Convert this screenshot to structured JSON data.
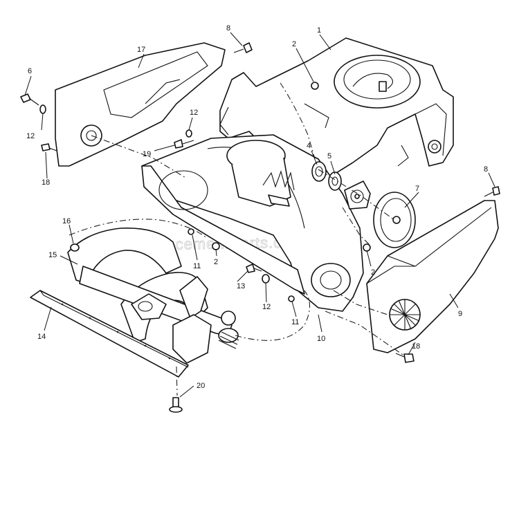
{
  "watermark": "eReplacementParts.com",
  "callouts": [
    {
      "id": "c-1",
      "text": "1"
    },
    {
      "id": "c-2a",
      "text": "2"
    },
    {
      "id": "c-2b",
      "text": "2"
    },
    {
      "id": "c-2c",
      "text": "2"
    },
    {
      "id": "c-4",
      "text": "4"
    },
    {
      "id": "c-5",
      "text": "5"
    },
    {
      "id": "c-6",
      "text": "6"
    },
    {
      "id": "c-7",
      "text": "7"
    },
    {
      "id": "c-8a",
      "text": "8"
    },
    {
      "id": "c-8b",
      "text": "8"
    },
    {
      "id": "c-9",
      "text": "9"
    },
    {
      "id": "c-10",
      "text": "10"
    },
    {
      "id": "c-11a",
      "text": "11"
    },
    {
      "id": "c-11b",
      "text": "11"
    },
    {
      "id": "c-12a",
      "text": "12"
    },
    {
      "id": "c-12b",
      "text": "12"
    },
    {
      "id": "c-12c",
      "text": "12"
    },
    {
      "id": "c-13",
      "text": "13"
    },
    {
      "id": "c-14",
      "text": "14"
    },
    {
      "id": "c-15",
      "text": "15"
    },
    {
      "id": "c-16",
      "text": "16"
    },
    {
      "id": "c-17",
      "text": "17"
    },
    {
      "id": "c-18a",
      "text": "18"
    },
    {
      "id": "c-18b",
      "text": "18"
    },
    {
      "id": "c-19",
      "text": "19"
    },
    {
      "id": "c-20",
      "text": "20"
    }
  ]
}
